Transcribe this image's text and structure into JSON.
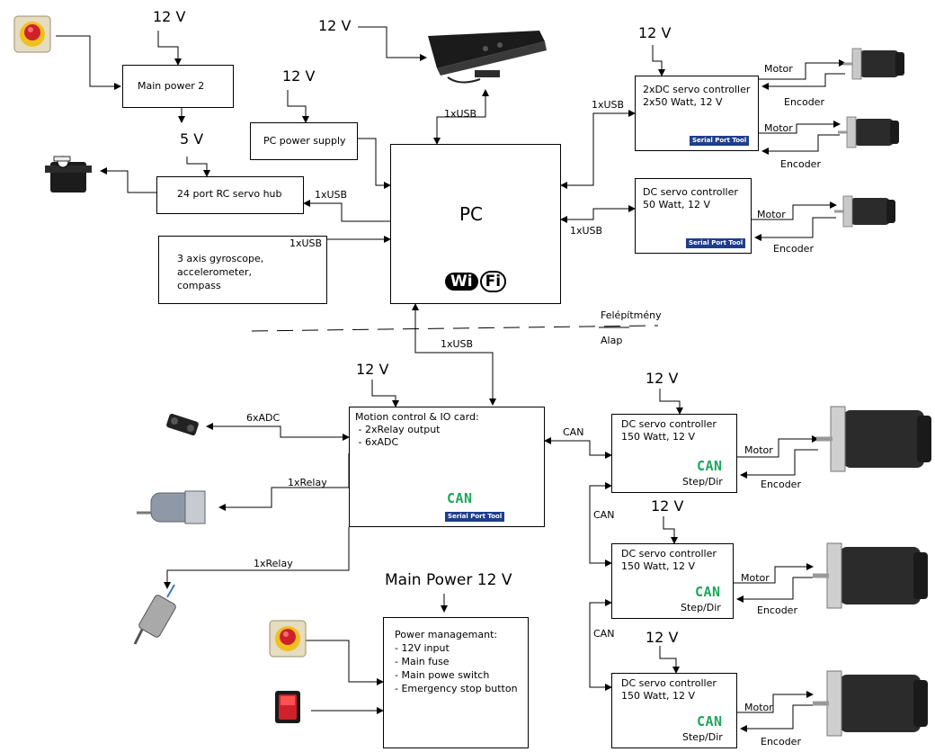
{
  "voltage_labels": {
    "main_power2_in": "12 V",
    "kinect_in": "12 V",
    "pc_psu_in": "12 V",
    "servo_ctrl_top_in": "12 V",
    "servo_hub_in": "5 V",
    "io_card_in": "12 V",
    "servo150_a_in": "12 V",
    "servo150_b_in": "12 V",
    "servo150_c_in": "12 V"
  },
  "boxes": {
    "main_power2": "Main power 2",
    "pc_power_supply": "PC power supply",
    "servo_hub": "24 port RC servo hub",
    "gyro": [
      "3 axis gyroscope,",
      "accelerometer,",
      "compass"
    ],
    "pc": "PC",
    "dual_dc": [
      "2xDC servo controller",
      "2x50 Watt, 12 V"
    ],
    "single_dc": [
      "DC servo controller",
      "50 Watt, 12 V"
    ],
    "io_card": [
      "Motion control & IO card:",
      " - 2xRelay output",
      " - 6xADC"
    ],
    "dc150_a": [
      "DC servo controller",
      "150 Watt, 12 V"
    ],
    "dc150_b": [
      "DC servo controller",
      "150 Watt, 12 V"
    ],
    "dc150_c": [
      "DC servo controller",
      "150 Watt, 12 V"
    ],
    "power_mgmt": [
      "Power managemant:",
      "- 12V input",
      "- Main fuse",
      "- Main powe switch",
      "- Emergency stop button"
    ]
  },
  "main_power_title": "Main Power 12 V",
  "connection_labels": {
    "usb_kinect": "1xUSB",
    "usb_dual": "1xUSB",
    "usb_single": "1xUSB",
    "usb_hub": "1xUSB",
    "usb_gyro": "1xUSB",
    "usb_io": "1xUSB",
    "adc": "6xADC",
    "relay1": "1xRelay",
    "relay2": "1xRelay",
    "can1": "CAN",
    "can2": "CAN",
    "can3": "CAN",
    "motor1": "Motor",
    "encoder1": "Encoder",
    "motor2": "Motor",
    "encoder2": "Encoder",
    "motor3": "Motor",
    "encoder3": "Encoder",
    "motor4": "Motor",
    "encoder4": "Encoder",
    "motor5": "Motor",
    "encoder5": "Encoder",
    "motor6": "Motor",
    "encoder6": "Encoder"
  },
  "step_dir": "Step/Dir",
  "can_logo": "CAN",
  "serial_port_tool": "Serial Port Tool",
  "wifi_logo": {
    "wi": "Wi",
    "fi": "Fi"
  },
  "divider": {
    "upper": "Felépítmény",
    "lower": "Alap"
  },
  "icons": [
    "emergency-stop-icon",
    "kinect-sensor-icon",
    "rc-servo-icon",
    "dc-motor-icon",
    "ir-sensor-icon",
    "gear-motor-icon",
    "solenoid-icon",
    "rocker-switch-icon",
    "usb-icon",
    "bluetooth-icon"
  ],
  "colors": {
    "line": "#000000",
    "serial_port_tool": "#1f3e8c",
    "can_logo": "#1aa85a",
    "estop_red": "#d0202a"
  }
}
